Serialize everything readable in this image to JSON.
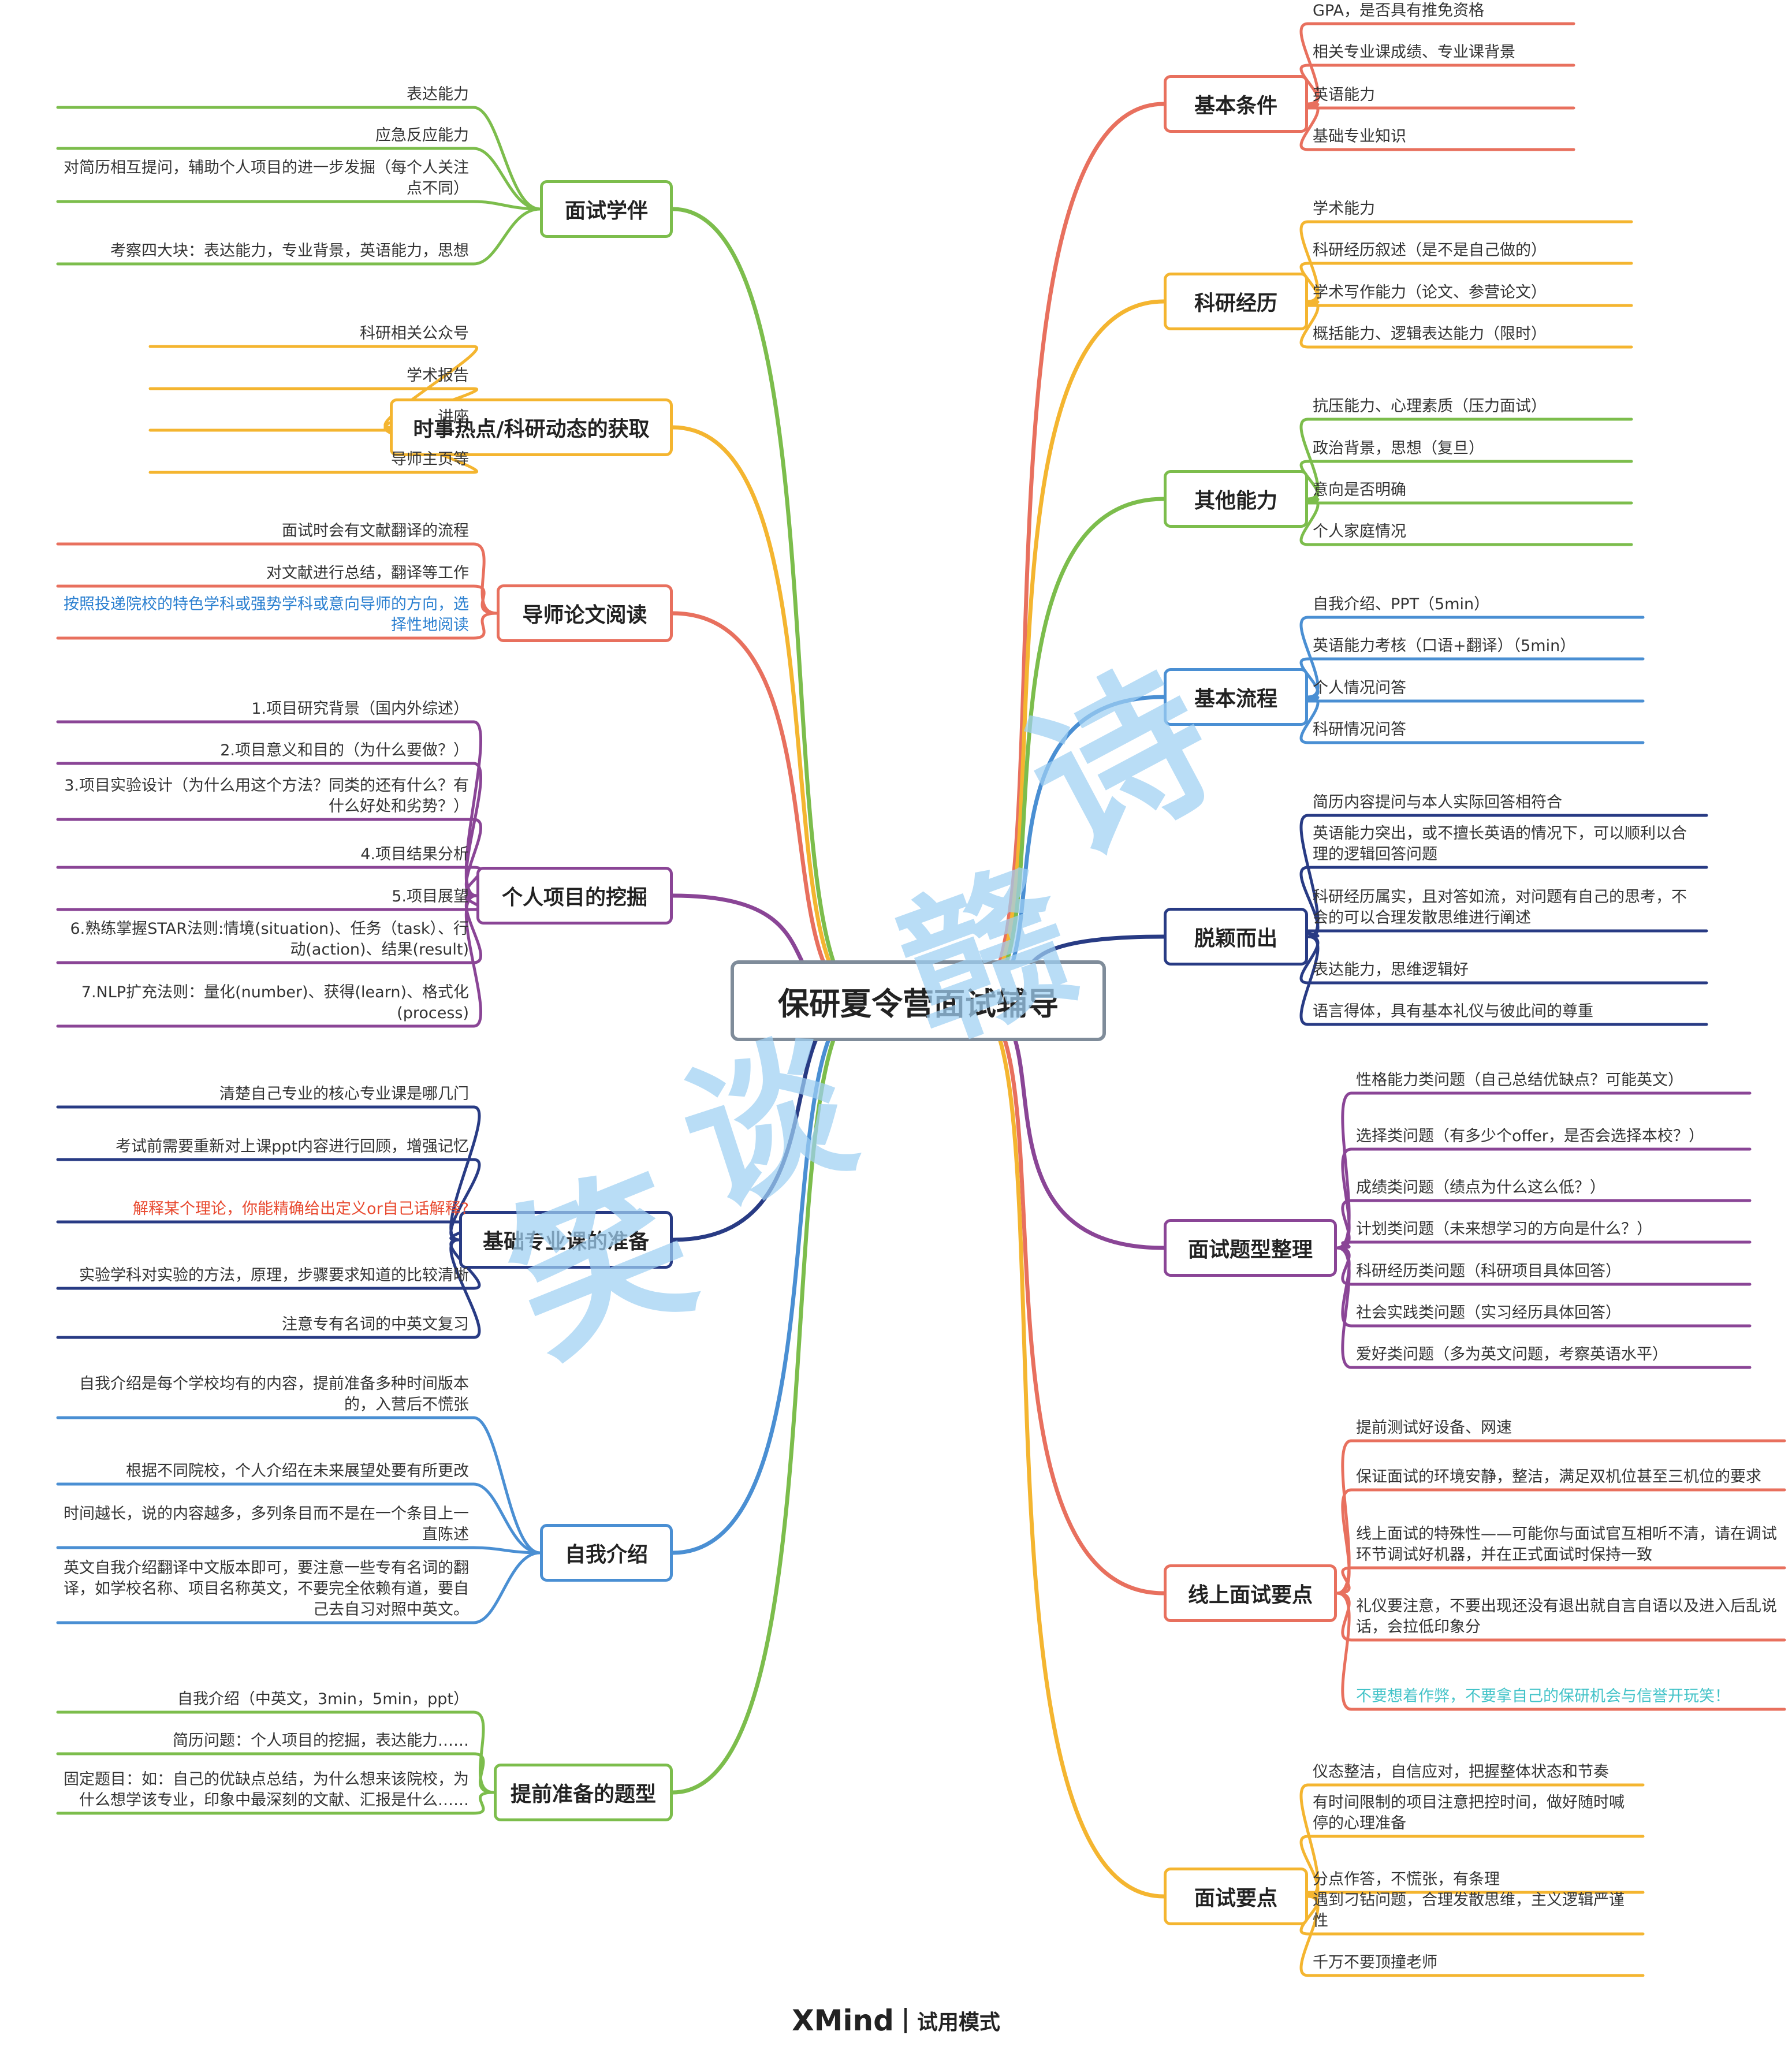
{
  "central": {
    "title": "保研夏令营面试辅导"
  },
  "colors": {
    "red": "#e8705e",
    "orange": "#f4b530",
    "green": "#7cbd4c",
    "blue": "#4a8fd3",
    "purple": "#8a4596",
    "navy": "#283b84",
    "central_border": "#7f8c9a",
    "watermark": "#9fd0f3"
  },
  "right_topics": [
    {
      "title": "基本条件",
      "color": "red",
      "items": [
        {
          "text": "GPA，是否具有推免资格"
        },
        {
          "text": "相关专业课成绩、专业课背景"
        },
        {
          "text": "英语能力"
        },
        {
          "text": "基础专业知识"
        }
      ]
    },
    {
      "title": "科研经历",
      "color": "orange",
      "items": [
        {
          "text": "学术能力"
        },
        {
          "text": "科研经历叙述（是不是自己做的）"
        },
        {
          "text": "学术写作能力（论文、参营论文）"
        },
        {
          "text": "概括能力、逻辑表达能力（限时）"
        }
      ]
    },
    {
      "title": "其他能力",
      "color": "green",
      "items": [
        {
          "text": "抗压能力、心理素质（压力面试）"
        },
        {
          "text": "政治背景，思想（复旦）"
        },
        {
          "text": "意向是否明确"
        },
        {
          "text": "个人家庭情况"
        }
      ]
    },
    {
      "title": "基本流程",
      "color": "blue",
      "items": [
        {
          "text": "自我介绍、PPT（5min）"
        },
        {
          "text": "英语能力考核（口语+翻译）（5min）"
        },
        {
          "text": "个人情况问答"
        },
        {
          "text": "科研情况问答"
        }
      ]
    },
    {
      "title": "脱颖而出",
      "color": "navy",
      "items": [
        {
          "text": "简历内容提问与本人实际回答相符合"
        },
        {
          "text": "英语能力突出，或不擅长英语的情况下，可以顺利以合理的逻辑回答问题"
        },
        {
          "text": "科研经历属实，且对答如流，对问题有自己的思考，不会的可以合理发散思维进行阐述"
        },
        {
          "text": "表达能力，思维逻辑好"
        },
        {
          "text": "语言得体，具有基本礼仪与彼此间的尊重"
        }
      ]
    },
    {
      "title": "面试题型整理",
      "color": "purple",
      "items": [
        {
          "text": "性格能力类问题（自己总结优缺点？可能英文）"
        },
        {
          "text": "选择类问题（有多少个offer，是否会选择本校？）"
        },
        {
          "text": "成绩类问题（绩点为什么这么低？）"
        },
        {
          "text": "计划类问题（未来想学习的方向是什么？）"
        },
        {
          "text": "科研经历类问题（科研项目具体回答）"
        },
        {
          "text": "社会实践类问题（实习经历具体回答）"
        },
        {
          "text": "爱好类问题（多为英文问题，考察英语水平）"
        }
      ]
    },
    {
      "title": "线上面试要点",
      "color": "red",
      "items": [
        {
          "text": "提前测试好设备、网速"
        },
        {
          "text": "保证面试的环境安静，整洁，满足双机位甚至三机位的要求"
        },
        {
          "text": "线上面试的特殊性——可能你与面试官互相听不清，请在调试环节调试好机器，并在正式面试时保持一致"
        },
        {
          "text": "礼仪要注意，不要出现还没有退出就自言自语以及进入后乱说话，会拉低印象分"
        },
        {
          "text": "不要想着作弊，不要拿自己的保研机会与信誉开玩笑！",
          "tint": "#43c3c8"
        }
      ]
    },
    {
      "title": "面试要点",
      "color": "orange",
      "items": [
        {
          "text": "仪态整洁，自信应对，把握整体状态和节奏"
        },
        {
          "text": "有时间限制的项目注意把控时间，做好随时喊停的心理准备"
        },
        {
          "text": "分点作答，不慌张，有条理"
        },
        {
          "text": "遇到刁钻问题，合理发散思维，主义逻辑严谨性"
        },
        {
          "text": "千万不要顶撞老师"
        }
      ]
    }
  ],
  "left_topics": [
    {
      "title": "面试学伴",
      "color": "green",
      "items": [
        {
          "text": "表达能力"
        },
        {
          "text": "应急反应能力"
        },
        {
          "text": "对简历相互提问，辅助个人项目的进一步发掘（每个人关注点不同）"
        },
        {
          "text": "考察四大块：表达能力，专业背景，英语能力，思想"
        }
      ]
    },
    {
      "title": "时事热点/科研动态的获取",
      "color": "orange",
      "items": [
        {
          "text": "科研相关公众号"
        },
        {
          "text": "学术报告"
        },
        {
          "text": "讲座"
        },
        {
          "text": "导师主页等"
        }
      ]
    },
    {
      "title": "导师论文阅读",
      "color": "red",
      "items": [
        {
          "text": "面试时会有文献翻译的流程"
        },
        {
          "text": "对文献进行总结，翻译等工作"
        },
        {
          "text": "按照投递院校的特色学科或强势学科或意向导师的方向，选择性地阅读",
          "tint": "#2a7fd0"
        }
      ]
    },
    {
      "title": "个人项目的挖掘",
      "color": "purple",
      "items": [
        {
          "text": "1.项目研究背景（国内外综述）"
        },
        {
          "text": "2.项目意义和目的（为什么要做？）"
        },
        {
          "text": "3.项目实验设计（为什么用这个方法？同类的还有什么？有什么好处和劣势？）"
        },
        {
          "text": "4.项目结果分析"
        },
        {
          "text": "5.项目展望"
        },
        {
          "text": "6.熟练掌握STAR法则:情境(situation)、任务（task）、行动(action)、结果(result)"
        },
        {
          "text": "7.NLP扩充法则：量化(number)、获得(learn)、格式化(process)"
        }
      ]
    },
    {
      "title": "基础专业课的准备",
      "color": "navy",
      "items": [
        {
          "text": "清楚自己专业的核心专业课是哪几门"
        },
        {
          "text": "考试前需要重新对上课ppt内容进行回顾，增强记忆"
        },
        {
          "text": "解释某个理论，你能精确给出定义or自己话解释?",
          "tint": "#e8492f"
        },
        {
          "text": "实验学科对实验的方法，原理，步骤要求知道的比较清晰"
        },
        {
          "text": "注意专有名词的中英文复习"
        }
      ]
    },
    {
      "title": "自我介绍",
      "color": "blue",
      "items": [
        {
          "text": "自我介绍是每个学校均有的内容，提前准备多种时间版本的，入营后不慌张"
        },
        {
          "text": "根据不同院校，个人介绍在未来展望处要有所更改"
        },
        {
          "text": "时间越长，说的内容越多，多列条目而不是在一个条目上一直陈述"
        },
        {
          "text": "英文自我介绍翻译中文版本即可，要注意一些专有名词的翻译，如学校名称、项目名称英文，不要完全依赖有道，要自己去自习对照中英文。"
        }
      ]
    },
    {
      "title": "提前准备的题型",
      "color": "green",
      "items": [
        {
          "text": "自我介绍（中英文，3min，5min，ppt）"
        },
        {
          "text": "简历问题：个人项目的挖掘，表达能力……"
        },
        {
          "text": "固定题目：如：自己的优缺点总结，为什么想来该院校，为什么想学该专业，印象中最深刻的文献、汇报是什么……"
        }
      ]
    }
  ],
  "footer": {
    "brand": "XMind",
    "mode": "试用模式"
  },
  "watermark": {
    "chars": [
      "笑",
      "谈",
      "诗",
      "赣"
    ]
  }
}
